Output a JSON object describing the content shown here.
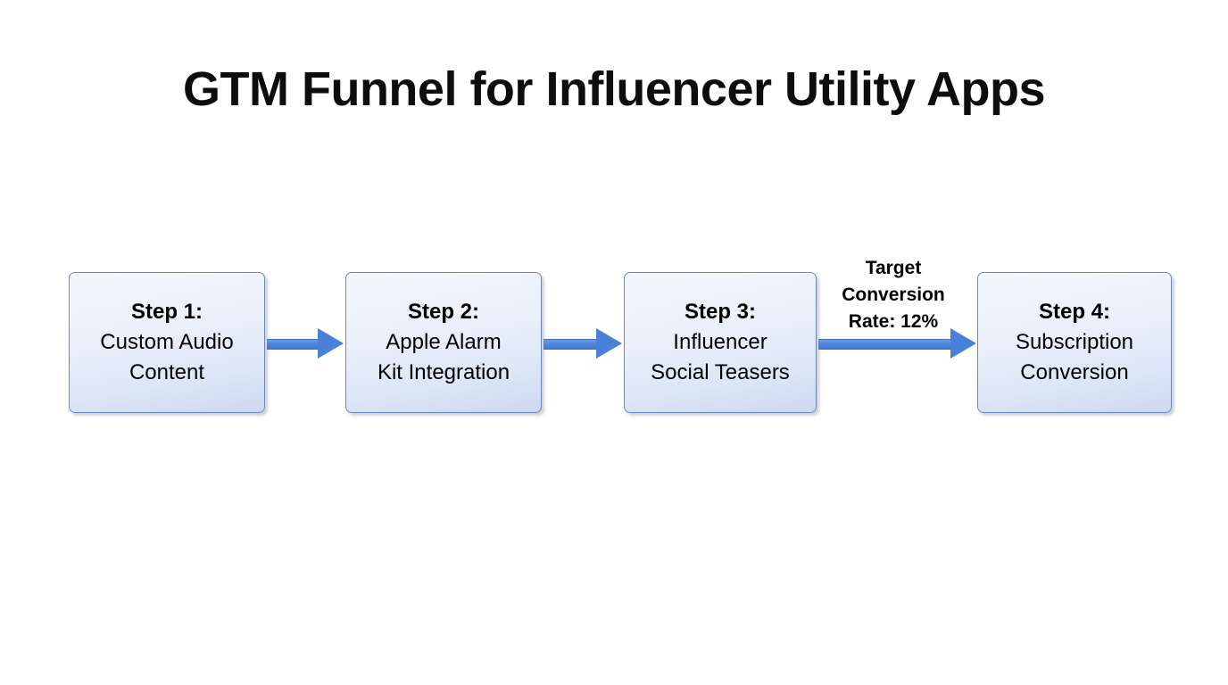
{
  "title": "GTM Funnel for Influencer Utility Apps",
  "diagram": {
    "type": "flow-funnel",
    "orientation": "left-to-right",
    "background_color": "#ffffff",
    "box_fill_top": "#f4f7fd",
    "box_fill_bottom": "#ccd9f0",
    "box_border_color": "#7189b8",
    "arrow_color": "#4a80d8",
    "text_color": "#000000",
    "steps": [
      {
        "id": "step-1",
        "head": "Step 1:",
        "lines": [
          "Custom Audio",
          "Content"
        ]
      },
      {
        "id": "step-2",
        "head": "Step 2:",
        "lines": [
          "Apple Alarm",
          "Kit Integration"
        ]
      },
      {
        "id": "step-3",
        "head": "Step 3:",
        "lines": [
          "Influencer",
          "Social Teasers"
        ]
      },
      {
        "id": "step-4",
        "head": "Step 4:",
        "lines": [
          "Subscription",
          "Conversion"
        ]
      }
    ],
    "connectors": [
      {
        "id": "arrow-1",
        "from": "step-1",
        "to": "step-2",
        "label": ""
      },
      {
        "id": "arrow-2",
        "from": "step-2",
        "to": "step-3",
        "label": ""
      },
      {
        "id": "arrow-3",
        "from": "step-3",
        "to": "step-4",
        "label_lines": [
          "Target",
          "Conversion",
          "Rate: 12%"
        ]
      }
    ]
  }
}
